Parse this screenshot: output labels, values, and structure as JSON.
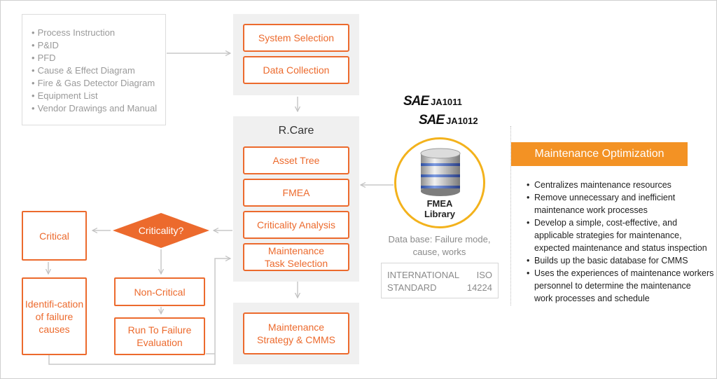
{
  "inputs": {
    "items": [
      "Process Instruction",
      "P&ID",
      "PFD",
      "Cause & Effect Diagram",
      "Fire & Gas Detector Diagram",
      "Equipment List",
      "Vendor Drawings and Manual"
    ]
  },
  "selection": {
    "system_selection": "System Selection",
    "data_collection": "Data Collection"
  },
  "rcare": {
    "title": "R.Care",
    "asset_tree": "Asset Tree",
    "fmea": "FMEA",
    "criticality_analysis": "Criticality Analysis",
    "maintenance_task_selection": [
      "Maintenance",
      "Task Selection"
    ]
  },
  "output": {
    "strategy": [
      "Maintenance",
      "Strategy & CMMS"
    ]
  },
  "criticality": {
    "decision": "Criticality?",
    "critical": "Critical",
    "non_critical": "Non-Critical",
    "identification": [
      "Identifi-cation",
      "of failure",
      "causes"
    ],
    "run_to_failure": [
      "Run To Failure",
      "Evaluation"
    ]
  },
  "standards": {
    "sae_logo": "SAE",
    "codes": [
      "JA1011",
      "JA1012"
    ]
  },
  "library": {
    "label": [
      "FMEA",
      "Library"
    ],
    "icon": "database-icon",
    "description": [
      "Data base: Failure mode,",
      "cause, works"
    ],
    "iso": {
      "row1_left": "INTERNATIONAL",
      "row1_right": "ISO",
      "row2_left": "STANDARD",
      "row2_right": "14224"
    }
  },
  "optimization": {
    "title": "Maintenance Optimization",
    "bullets": [
      [
        "Centralizes maintenance resources"
      ],
      [
        "Remove unnecessary and inefficient",
        "maintenance work processes"
      ],
      [
        "Develop a simple, cost-effective, and",
        "applicable strategies for maintenance,",
        "expected maintenance and status inspection"
      ],
      [
        "Builds up the basic database for CMMS"
      ],
      [
        "Uses the experiences of maintenance workers",
        "personnel to determine the maintenance",
        "work processes and schedule"
      ]
    ]
  },
  "colors": {
    "accent_orange": "#ec6a2d",
    "header_orange": "#f39224",
    "circle_yellow": "#f3b21c",
    "panel_gray": "#f0f0f0",
    "connector_gray": "#c8c8c8"
  }
}
